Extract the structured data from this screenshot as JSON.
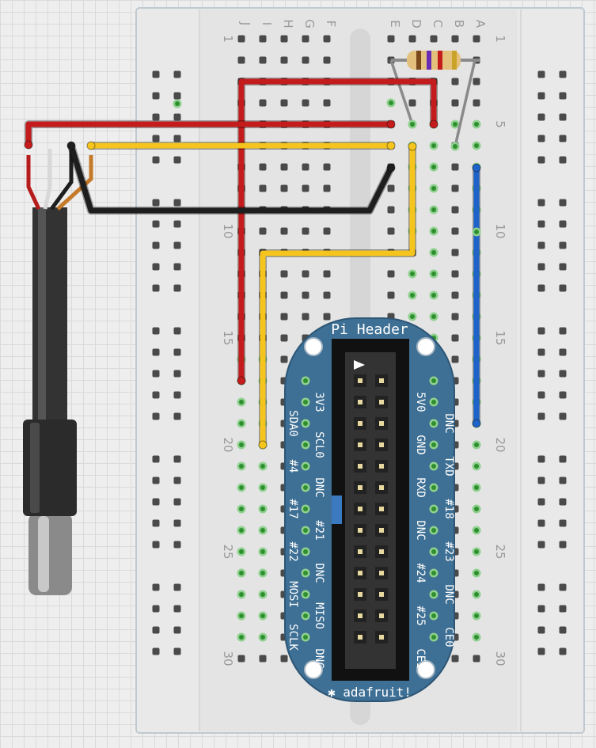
{
  "breadboard": {
    "columns_left": [
      "J",
      "I",
      "H",
      "G",
      "F"
    ],
    "columns_right": [
      "E",
      "D",
      "C",
      "B",
      "A"
    ],
    "row_labels": [
      "1",
      "5",
      "10",
      "15",
      "20",
      "25",
      "30"
    ]
  },
  "pi_header": {
    "title": "Pi Header",
    "brand": "adafruit!",
    "left_outer_labels": [
      "3V3",
      "SCL0",
      "DNC",
      "#21",
      "DNC",
      "MISO",
      "DNC"
    ],
    "left_inner_labels": [
      "SDA0",
      "#4",
      "#17",
      "#22",
      "MOSI",
      "SCLK"
    ],
    "right_outer_labels": [
      "5V0",
      "GND",
      "RXD",
      "DNC",
      "#24",
      "#25",
      "CE1"
    ],
    "right_inner_labels": [
      "DNC",
      "TXD",
      "#18",
      "#23",
      "DNC",
      "CE0"
    ]
  },
  "colors": {
    "red_wire": "#c41c1c",
    "black_wire": "#1e1e1e",
    "yellow_wire": "#f5c51e",
    "blue_wire": "#1e63c9",
    "board_blue": "#3e6f94",
    "board_edge": "#c0c9cf",
    "pin_hole": "#4a4a4a",
    "pin_active": "#2e8f2e"
  }
}
